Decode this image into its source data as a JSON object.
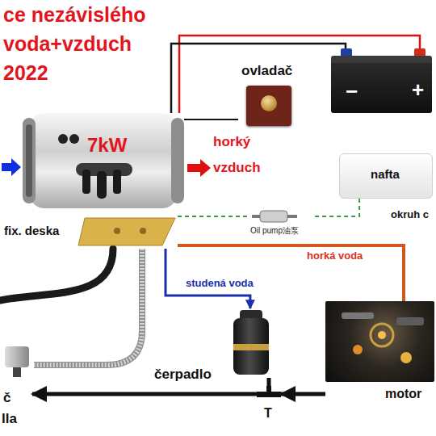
{
  "diagram": {
    "title": "ce nezávislého voda+vzduch 2022",
    "nodes": [
      {
        "text": [
          "7kW"
        ]
      },
      {
        "text": [
          "ovladač"
        ]
      },
      {
        "text": [
          "−",
          "+"
        ]
      },
      {
        "text": [
          "nafta"
        ]
      },
      {
        "text": [
          "fix. deska"
        ]
      },
      {
        "text": [
          "Oil pump油泵"
        ]
      },
      {
        "text": [
          "čerpadlo"
        ]
      },
      {
        "text": [
          "T"
        ]
      },
      {
        "text": [
          "motor"
        ]
      },
      {
        "text": [
          "č",
          "lla"
        ]
      }
    ],
    "edges": [
      {
        "from": 1,
        "to": 0,
        "arrow": "none"
      },
      {
        "from": 2,
        "to": 0,
        "arrow": "none"
      },
      {
        "from": 2,
        "to": 0,
        "arrow": "none"
      },
      {
        "from": 3,
        "to": 5,
        "arrow": "none"
      },
      {
        "from": 5,
        "to": 4,
        "arrow": "none"
      },
      {
        "from": 4,
        "to": 8,
        "label": "horká voda",
        "arrow": "none"
      },
      {
        "from": 4,
        "to": 6,
        "label": "studená voda",
        "arrow": "to"
      },
      {
        "from": 7,
        "to": 6,
        "arrow": "none"
      },
      {
        "from": 8,
        "to": 7,
        "arrow": "to"
      },
      {
        "from": 7,
        "to": 9,
        "arrow": "to"
      }
    ],
    "labels": [
      "horký vzduch",
      "okruh c"
    ]
  }
}
